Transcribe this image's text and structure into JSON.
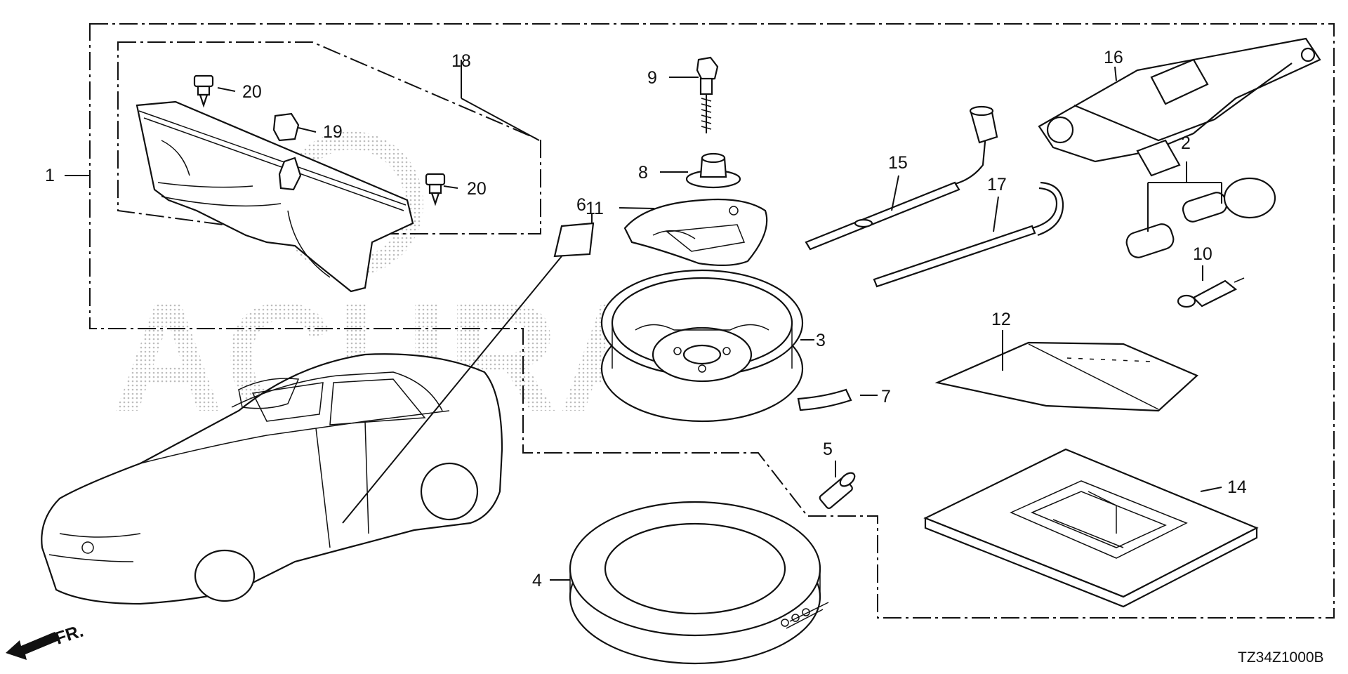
{
  "watermark": "ACURA",
  "diagram_code": "TZ34Z1000B",
  "direction_label": "FR.",
  "callouts": {
    "c1": "1",
    "c2": "2",
    "c3": "3",
    "c4": "4",
    "c5": "5",
    "c6": "6",
    "c7": "7",
    "c8": "8",
    "c9": "9",
    "c10": "10",
    "c11": "11",
    "c12": "12",
    "c14": "14",
    "c15": "15",
    "c16": "16",
    "c17": "17",
    "c18": "18",
    "c19": "19",
    "c20a": "20",
    "c20b": "20"
  }
}
